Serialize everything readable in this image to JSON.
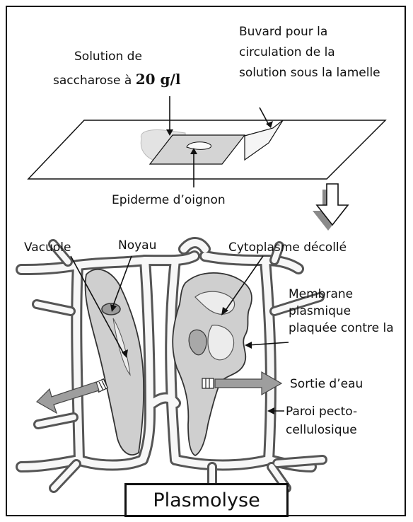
{
  "labels": {
    "solution_line1": "Solution de",
    "solution_line2": "saccharose à",
    "concentration": "20 g/l",
    "buvard": "Buvard pour la circulation de la solution sous la lamelle",
    "epiderme": "Epiderme d’oignon",
    "vacuole": "Vacuole",
    "noyau": "Noyau",
    "cytoplasme": "Cytoplasme décollé",
    "membrane": "Membrane plasmique plaquée contre la",
    "sortie": "Sortie d’eau",
    "paroi": "Paroi pecto-cellulosique"
  },
  "title": "Plasmolyse"
}
